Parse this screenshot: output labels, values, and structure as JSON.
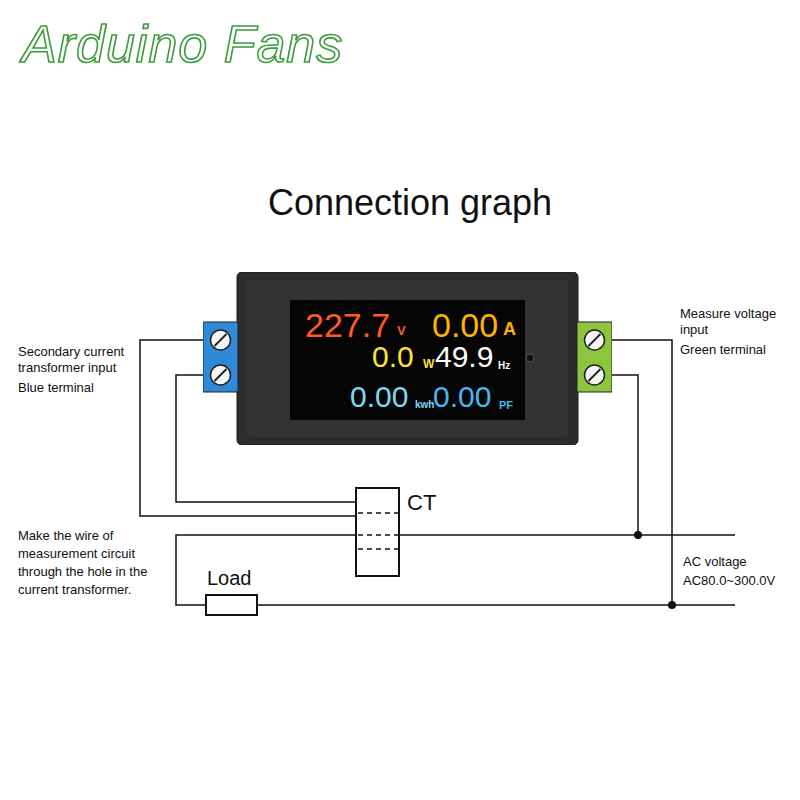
{
  "diagram": {
    "title": "Connection graph",
    "nodes": [
      {
        "text": [
          "227.7",
          "V",
          "0.00",
          "A",
          "0.0",
          "W",
          "49.9",
          "Hz",
          "0.00",
          "kwh",
          "0.00",
          "PF"
        ]
      },
      {
        "text": [
          "CT"
        ]
      },
      {
        "text": [
          "Load"
        ]
      }
    ],
    "edges": [
      {
        "from": 0,
        "to": 1,
        "arrow": "none"
      },
      {
        "from": 0,
        "to": 1,
        "arrow": "none"
      },
      {
        "from": 1,
        "to": 2,
        "arrow": "none"
      }
    ],
    "labels": [
      "Arduino Fans",
      "Secondary current transformer input",
      "Blue terminal",
      "Measure voltage input",
      "Green terminal",
      "Make the wire of measurement circuit through the hole in the current transformer.",
      "AC voltage",
      "AC80.0~300.0V"
    ]
  }
}
